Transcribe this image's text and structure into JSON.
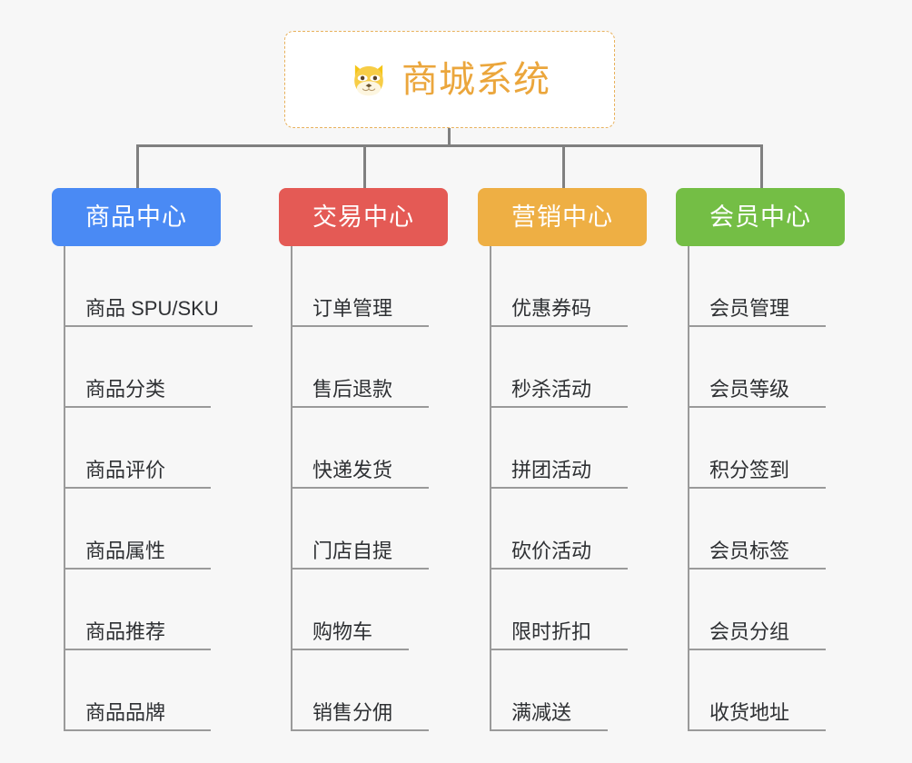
{
  "root": {
    "title": "商城系统",
    "icon": "shiba-dog-icon",
    "border_color": "#e8b15c",
    "text_color": "#eba63c",
    "background": "#ffffff"
  },
  "canvas": {
    "background": "#f7f7f7",
    "connector_color": "#808080",
    "leaf_line_color": "#9a9a9a",
    "leaf_text_color": "#2e3033"
  },
  "branches": [
    {
      "label": "商品中心",
      "color": "#4a8af4",
      "leaves": [
        "商品 SPU/SKU",
        "商品分类",
        "商品评价",
        "商品属性",
        "商品推荐",
        "商品品牌"
      ]
    },
    {
      "label": "交易中心",
      "color": "#e45a55",
      "leaves": [
        "订单管理",
        "售后退款",
        "快递发货",
        "门店自提",
        "购物车",
        "销售分佣"
      ]
    },
    {
      "label": "营销中心",
      "color": "#eeaf44",
      "leaves": [
        "优惠券码",
        "秒杀活动",
        "拼团活动",
        "砍价活动",
        "限时折扣",
        "满减送"
      ]
    },
    {
      "label": "会员中心",
      "color": "#74be45",
      "leaves": [
        "会员管理",
        "会员等级",
        "积分签到",
        "会员标签",
        "会员分组",
        "收货地址"
      ]
    }
  ]
}
